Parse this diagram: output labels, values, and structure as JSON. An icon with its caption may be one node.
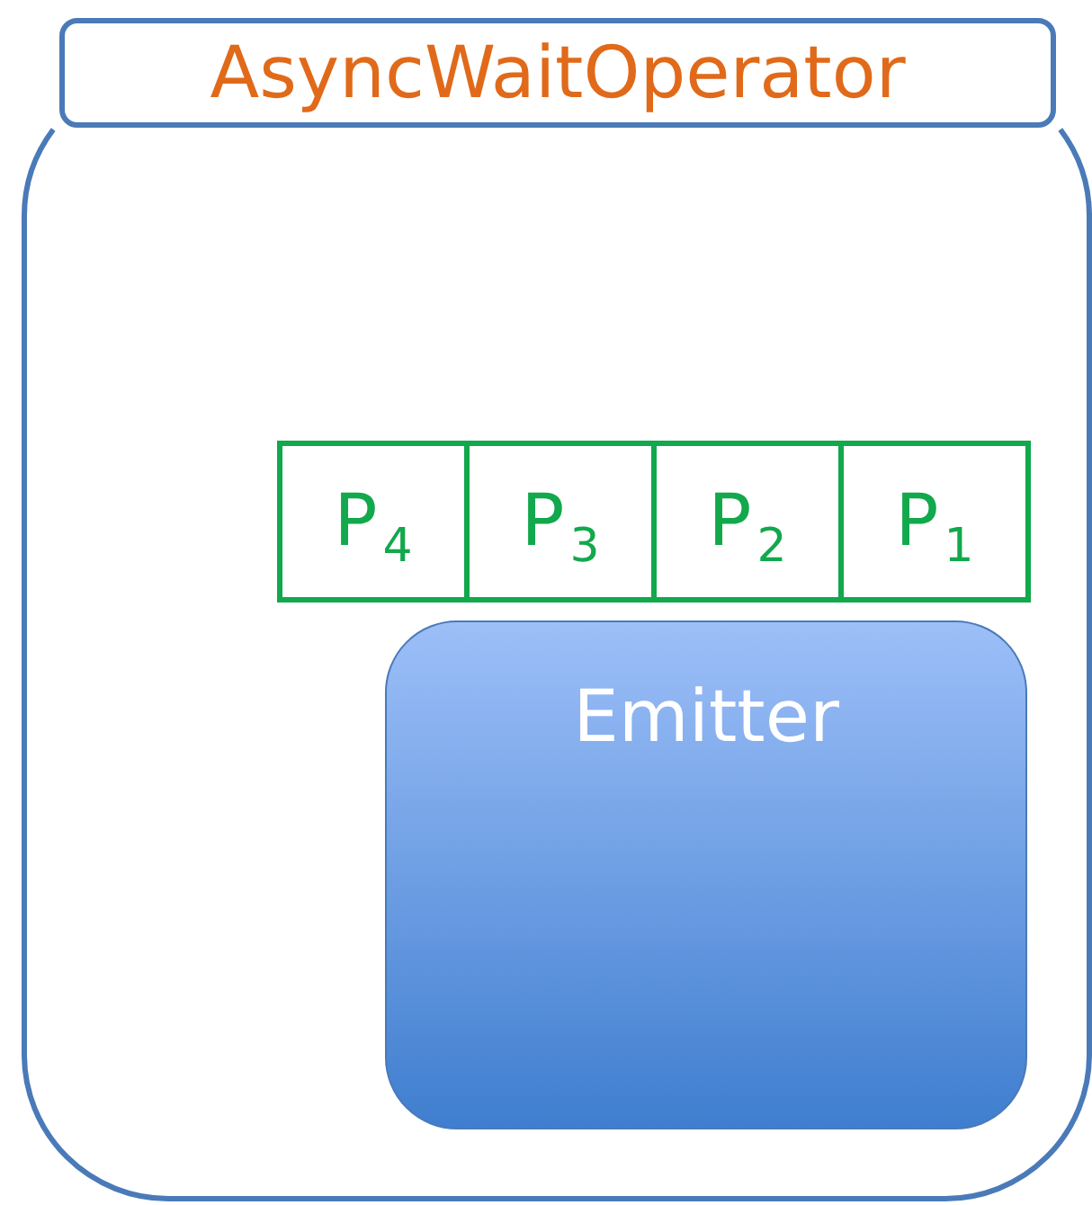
{
  "diagram": {
    "nodes": [
      {
        "text": [
          "AsyncWaitOperator"
        ]
      },
      {
        "text": [
          "P$_{4}$"
        ],
        "in": 0
      },
      {
        "text": [
          "P$_{3}$"
        ],
        "in": 0
      },
      {
        "text": [
          "P$_{2}$"
        ],
        "in": 0
      },
      {
        "text": [
          "P$_{1}$"
        ],
        "in": 0
      },
      {
        "text": [
          "Emitter"
        ],
        "in": 0
      }
    ]
  }
}
